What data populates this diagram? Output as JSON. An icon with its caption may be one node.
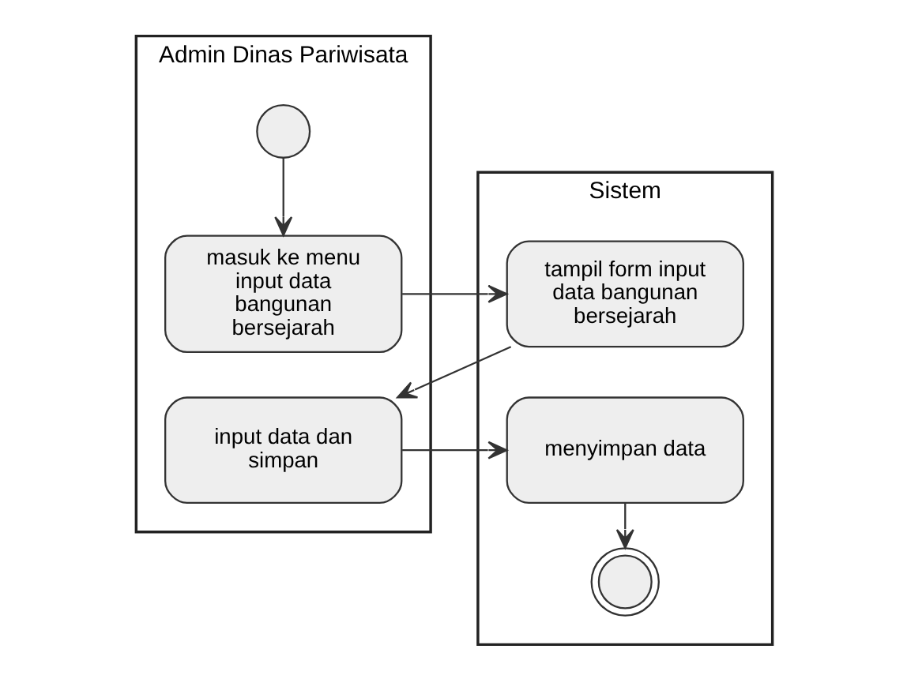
{
  "diagram": {
    "nodes": [
      {
        "text": [
          "Admin Dinas Pariwisata"
        ]
      },
      {
        "text": [
          "Sistem"
        ]
      },
      {
        "text": [],
        "shape": "circle",
        "in": 0
      },
      {
        "text": [
          "masuk ke menu input data bangunan bersejarah"
        ],
        "in": 0
      },
      {
        "text": [
          "tampil form input data bangunan bersejarah"
        ],
        "in": 1
      },
      {
        "text": [
          "input data dan simpan"
        ],
        "in": 0
      },
      {
        "text": [
          "menyimpan data"
        ],
        "in": 1
      },
      {
        "text": [],
        "shape": "circle",
        "in": 1
      }
    ],
    "edges": [
      {
        "from": 2,
        "to": 3,
        "arrow": "to"
      },
      {
        "from": 3,
        "to": 4,
        "arrow": "to"
      },
      {
        "from": 4,
        "to": 5,
        "arrow": "to"
      },
      {
        "from": 5,
        "to": 6,
        "arrow": "to"
      },
      {
        "from": 6,
        "to": 7,
        "arrow": "to"
      }
    ]
  }
}
